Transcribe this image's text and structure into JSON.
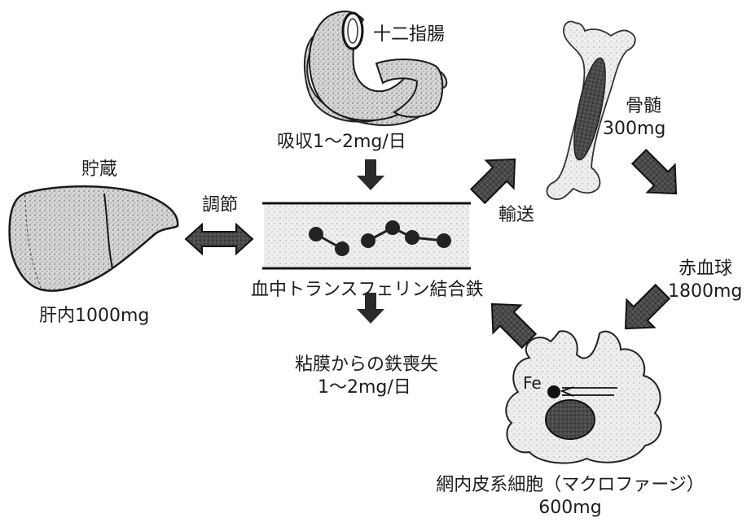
{
  "duodenum": {
    "label": "十二指腸"
  },
  "absorption": {
    "label": "吸収1～2mg/日"
  },
  "storage": {
    "label": "貯蔵",
    "amount": "肝内1000mg"
  },
  "regulation": {
    "label": "調節"
  },
  "transferrin": {
    "label": "血中トランスフェリン結合鉄"
  },
  "transport": {
    "label": "輸送"
  },
  "bone_marrow": {
    "label": "骨髄",
    "amount": "300mg"
  },
  "red_blood_cells": {
    "label": "赤血球",
    "amount": "1800mg"
  },
  "mucosal_loss": {
    "label": "粘膜からの鉄喪失",
    "amount": "1～2mg/日"
  },
  "macrophage": {
    "label": "網内皮系細胞（マクロファージ）",
    "amount": "600mg",
    "fe_label": "Fe"
  }
}
